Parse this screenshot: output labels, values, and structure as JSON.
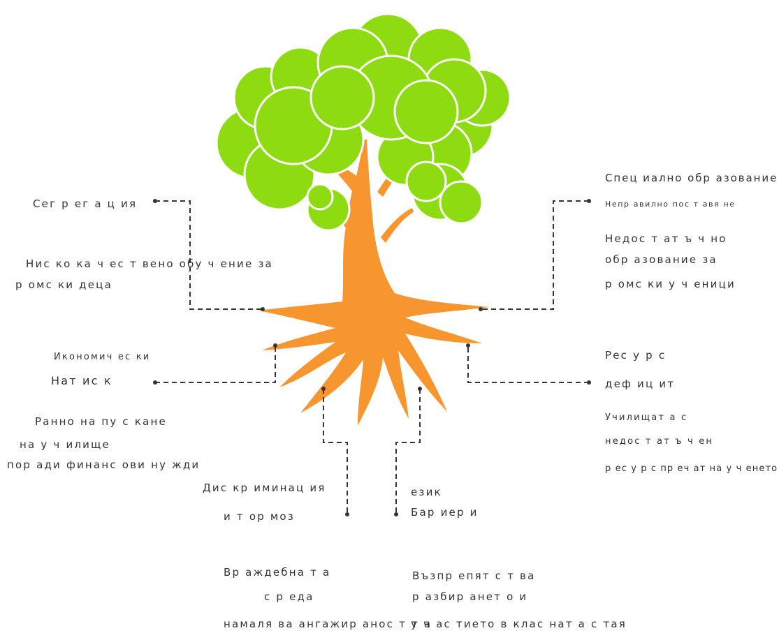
{
  "colors": {
    "foliage": "#8EDB12",
    "foliage_outline": "#ffffff",
    "trunk": "#F7962E",
    "connector": "#333333",
    "text": "#333333"
  },
  "labels": {
    "segregation": "Сег р ег а ц ия",
    "low_quality_1": "Нис ко ка ч ес т вено обу ч ение за",
    "low_quality_2": "р омс ки деца",
    "econ_1": "Икономич ес ки",
    "econ_2": "Нат ис к",
    "dropout_1": "Ранно на пу с кане",
    "dropout_2": "на у ч илище",
    "dropout_3": "пор ади финанс ови ну жди",
    "discrimination_1": "Дис кр иминац ия",
    "discrimination_2": "и т ор моз",
    "hostile_1": "Вр аждебна т а",
    "hostile_2": "с р еда",
    "engagement": "намаля ва ангажир анос т т а",
    "participation": "у ч ас тието в клас нат а с тая",
    "special_ed": "Спец иално обр азование",
    "misplacement": "Непр авилно пос т авя не",
    "insufficient_1": "Недос т ат ъ ч но",
    "insufficient_2": "обр азование за",
    "insufficient_3": "р омс ки у ч еници",
    "resource_1": "Рес у р с",
    "resource_2": "деф иц ит",
    "schools_1": "Училищат а с",
    "schools_2": "недос т ат ъ ч ен",
    "schools_3": "р ес у р с пр еч ат на у ч енето",
    "language_1": "език",
    "language_2": "Бар иер и",
    "obstacles_1": "Възпр епят с т ва",
    "obstacles_2": "р азбир анет о и"
  }
}
